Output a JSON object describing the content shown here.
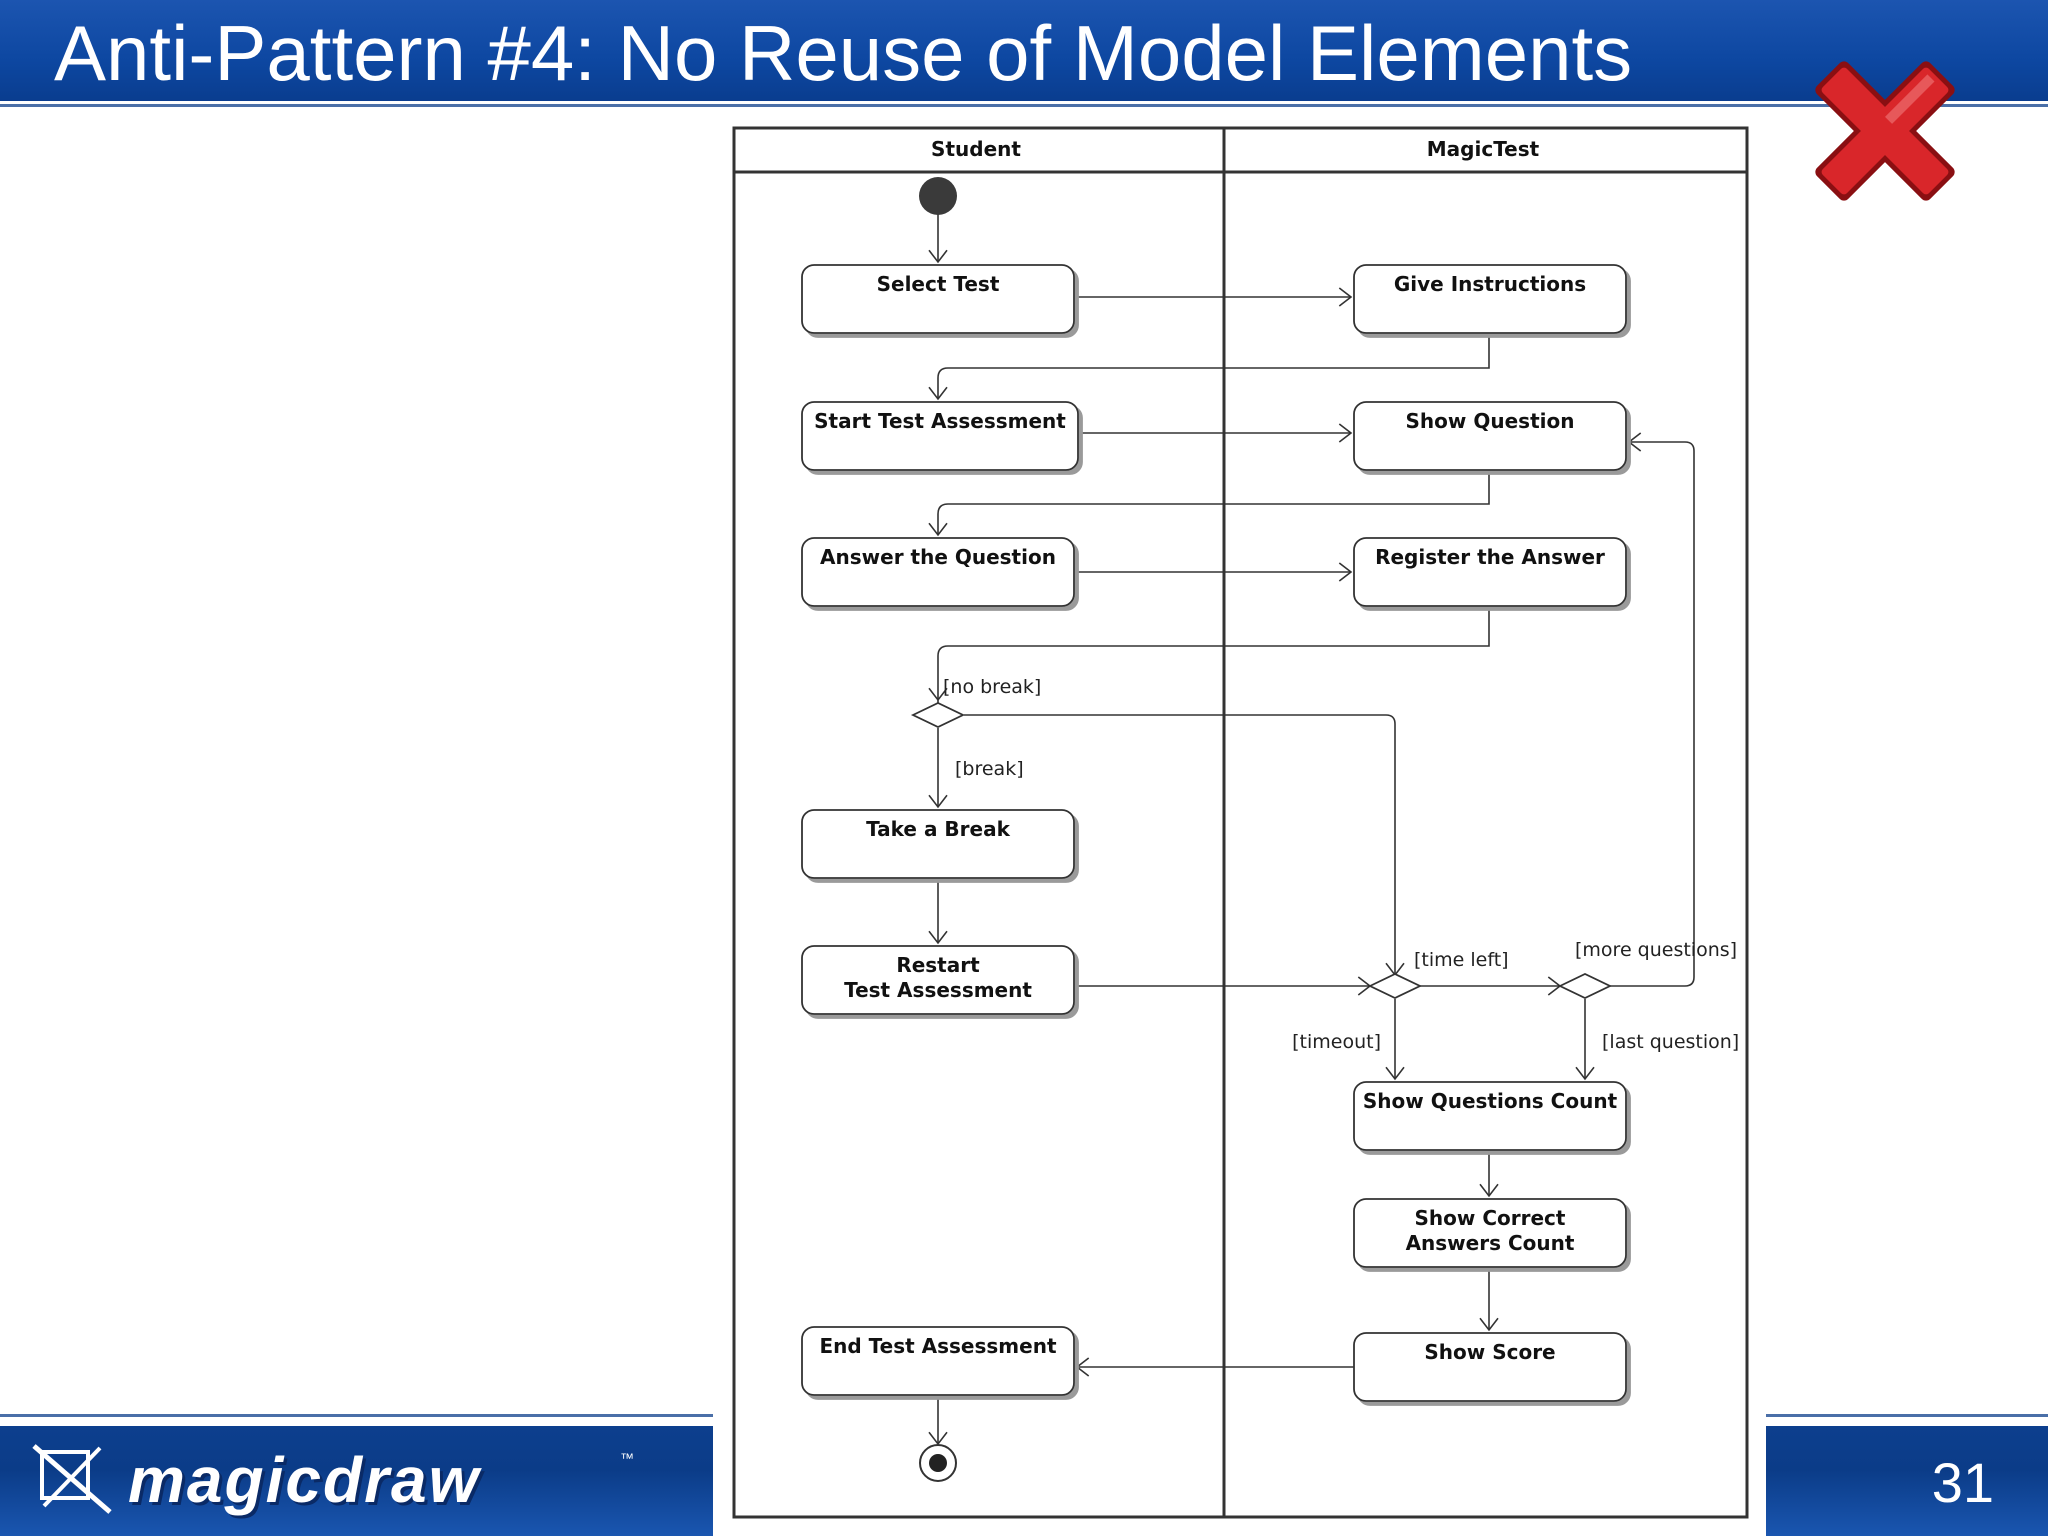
{
  "slide": {
    "title": "Anti-Pattern #4: No Reuse of Model Elements",
    "page_number": "31",
    "logo_text": "magicdraw",
    "logo_tm": "™"
  },
  "icons": {
    "x_mark": "red-x-icon",
    "logo": "magicdraw-logo-icon"
  },
  "colors": {
    "header_blue": "#0d47a1",
    "x_red": "#d9262a"
  },
  "diagram": {
    "lanes": [
      {
        "name": "Student"
      },
      {
        "name": "MagicTest"
      }
    ],
    "actions": [
      {
        "id": "select",
        "lines": [
          "Select Test"
        ]
      },
      {
        "id": "start",
        "lines": [
          "Start Test Assessment"
        ]
      },
      {
        "id": "answer",
        "lines": [
          "Answer the Question"
        ]
      },
      {
        "id": "break",
        "lines": [
          "Take a Break"
        ]
      },
      {
        "id": "restart",
        "lines": [
          "Restart",
          "Test Assessment"
        ]
      },
      {
        "id": "end",
        "lines": [
          "End Test Assessment"
        ]
      },
      {
        "id": "give",
        "lines": [
          "Give Instructions"
        ]
      },
      {
        "id": "showq",
        "lines": [
          "Show Question"
        ]
      },
      {
        "id": "register",
        "lines": [
          "Register the Answer"
        ]
      },
      {
        "id": "count",
        "lines": [
          "Show Questions Count"
        ]
      },
      {
        "id": "correct",
        "lines": [
          "Show Correct",
          "Answers Count"
        ]
      },
      {
        "id": "score",
        "lines": [
          "Show Score"
        ]
      }
    ],
    "guards": [
      {
        "id": "nobreak",
        "text": "[no break]"
      },
      {
        "id": "brk",
        "text": "[break]"
      },
      {
        "id": "timeleft",
        "text": "[time left]"
      },
      {
        "id": "more",
        "text": "[more questions]"
      },
      {
        "id": "timeout",
        "text": "[timeout]"
      },
      {
        "id": "last",
        "text": "[last question]"
      }
    ]
  }
}
